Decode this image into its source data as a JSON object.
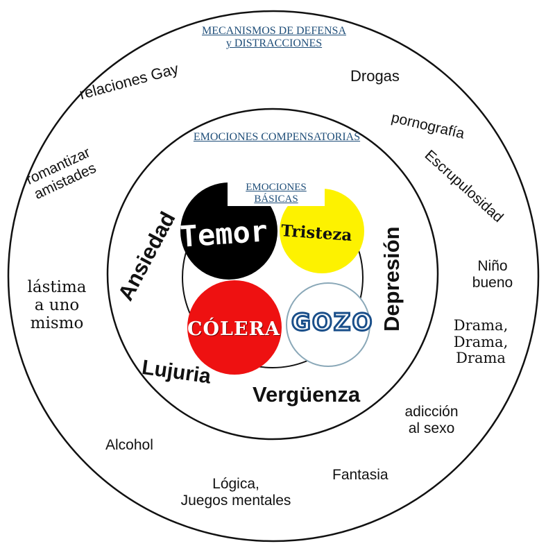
{
  "outer_ring": {
    "title_line1": "MECANISMOS DE DEFENSA",
    "title_line2": "y DISTRACCIONES",
    "items": {
      "relaciones_gay": "relaciones Gay",
      "drogas": "Drogas",
      "pornografia": "pornografía",
      "romantizar": "romantizar",
      "amistades": "amistades",
      "escrupulosidad": "Escrupulosidad",
      "nino_bueno_1": "Niño",
      "nino_bueno_2": "bueno",
      "lastima_1": "lástima",
      "lastima_2": "a uno",
      "lastima_3": "mismo",
      "drama_1": "Drama,",
      "drama_2": "Drama,",
      "drama_3": "Drama",
      "adiccion_1": "adicción",
      "adiccion_2": "al sexo",
      "alcohol": "Alcohol",
      "fantasia": "Fantasia",
      "logica_1": "Lógica,",
      "logica_2": "Juegos mentales"
    }
  },
  "middle_ring": {
    "title": "EMOCIONES COMPENSATORIAS",
    "items": {
      "ansiedad": "Ansiedad",
      "depresion": "Depresión",
      "lujuria": "Lujuria",
      "verguenza": "Vergüenza"
    }
  },
  "core": {
    "title_line1": "EMOCIONES",
    "title_line2": "BÁSICAS",
    "emotions": {
      "temor": {
        "label": "Temor",
        "color": "#000000"
      },
      "tristeza": {
        "label": "Tristeza",
        "color": "#fdf200"
      },
      "colera": {
        "label": "CÓLERA",
        "color": "#ee1111"
      },
      "gozo": {
        "label": "GOZO",
        "color": "#ffffff",
        "border": "#8aa8b8",
        "text_color": "#1a4f8a"
      }
    }
  }
}
